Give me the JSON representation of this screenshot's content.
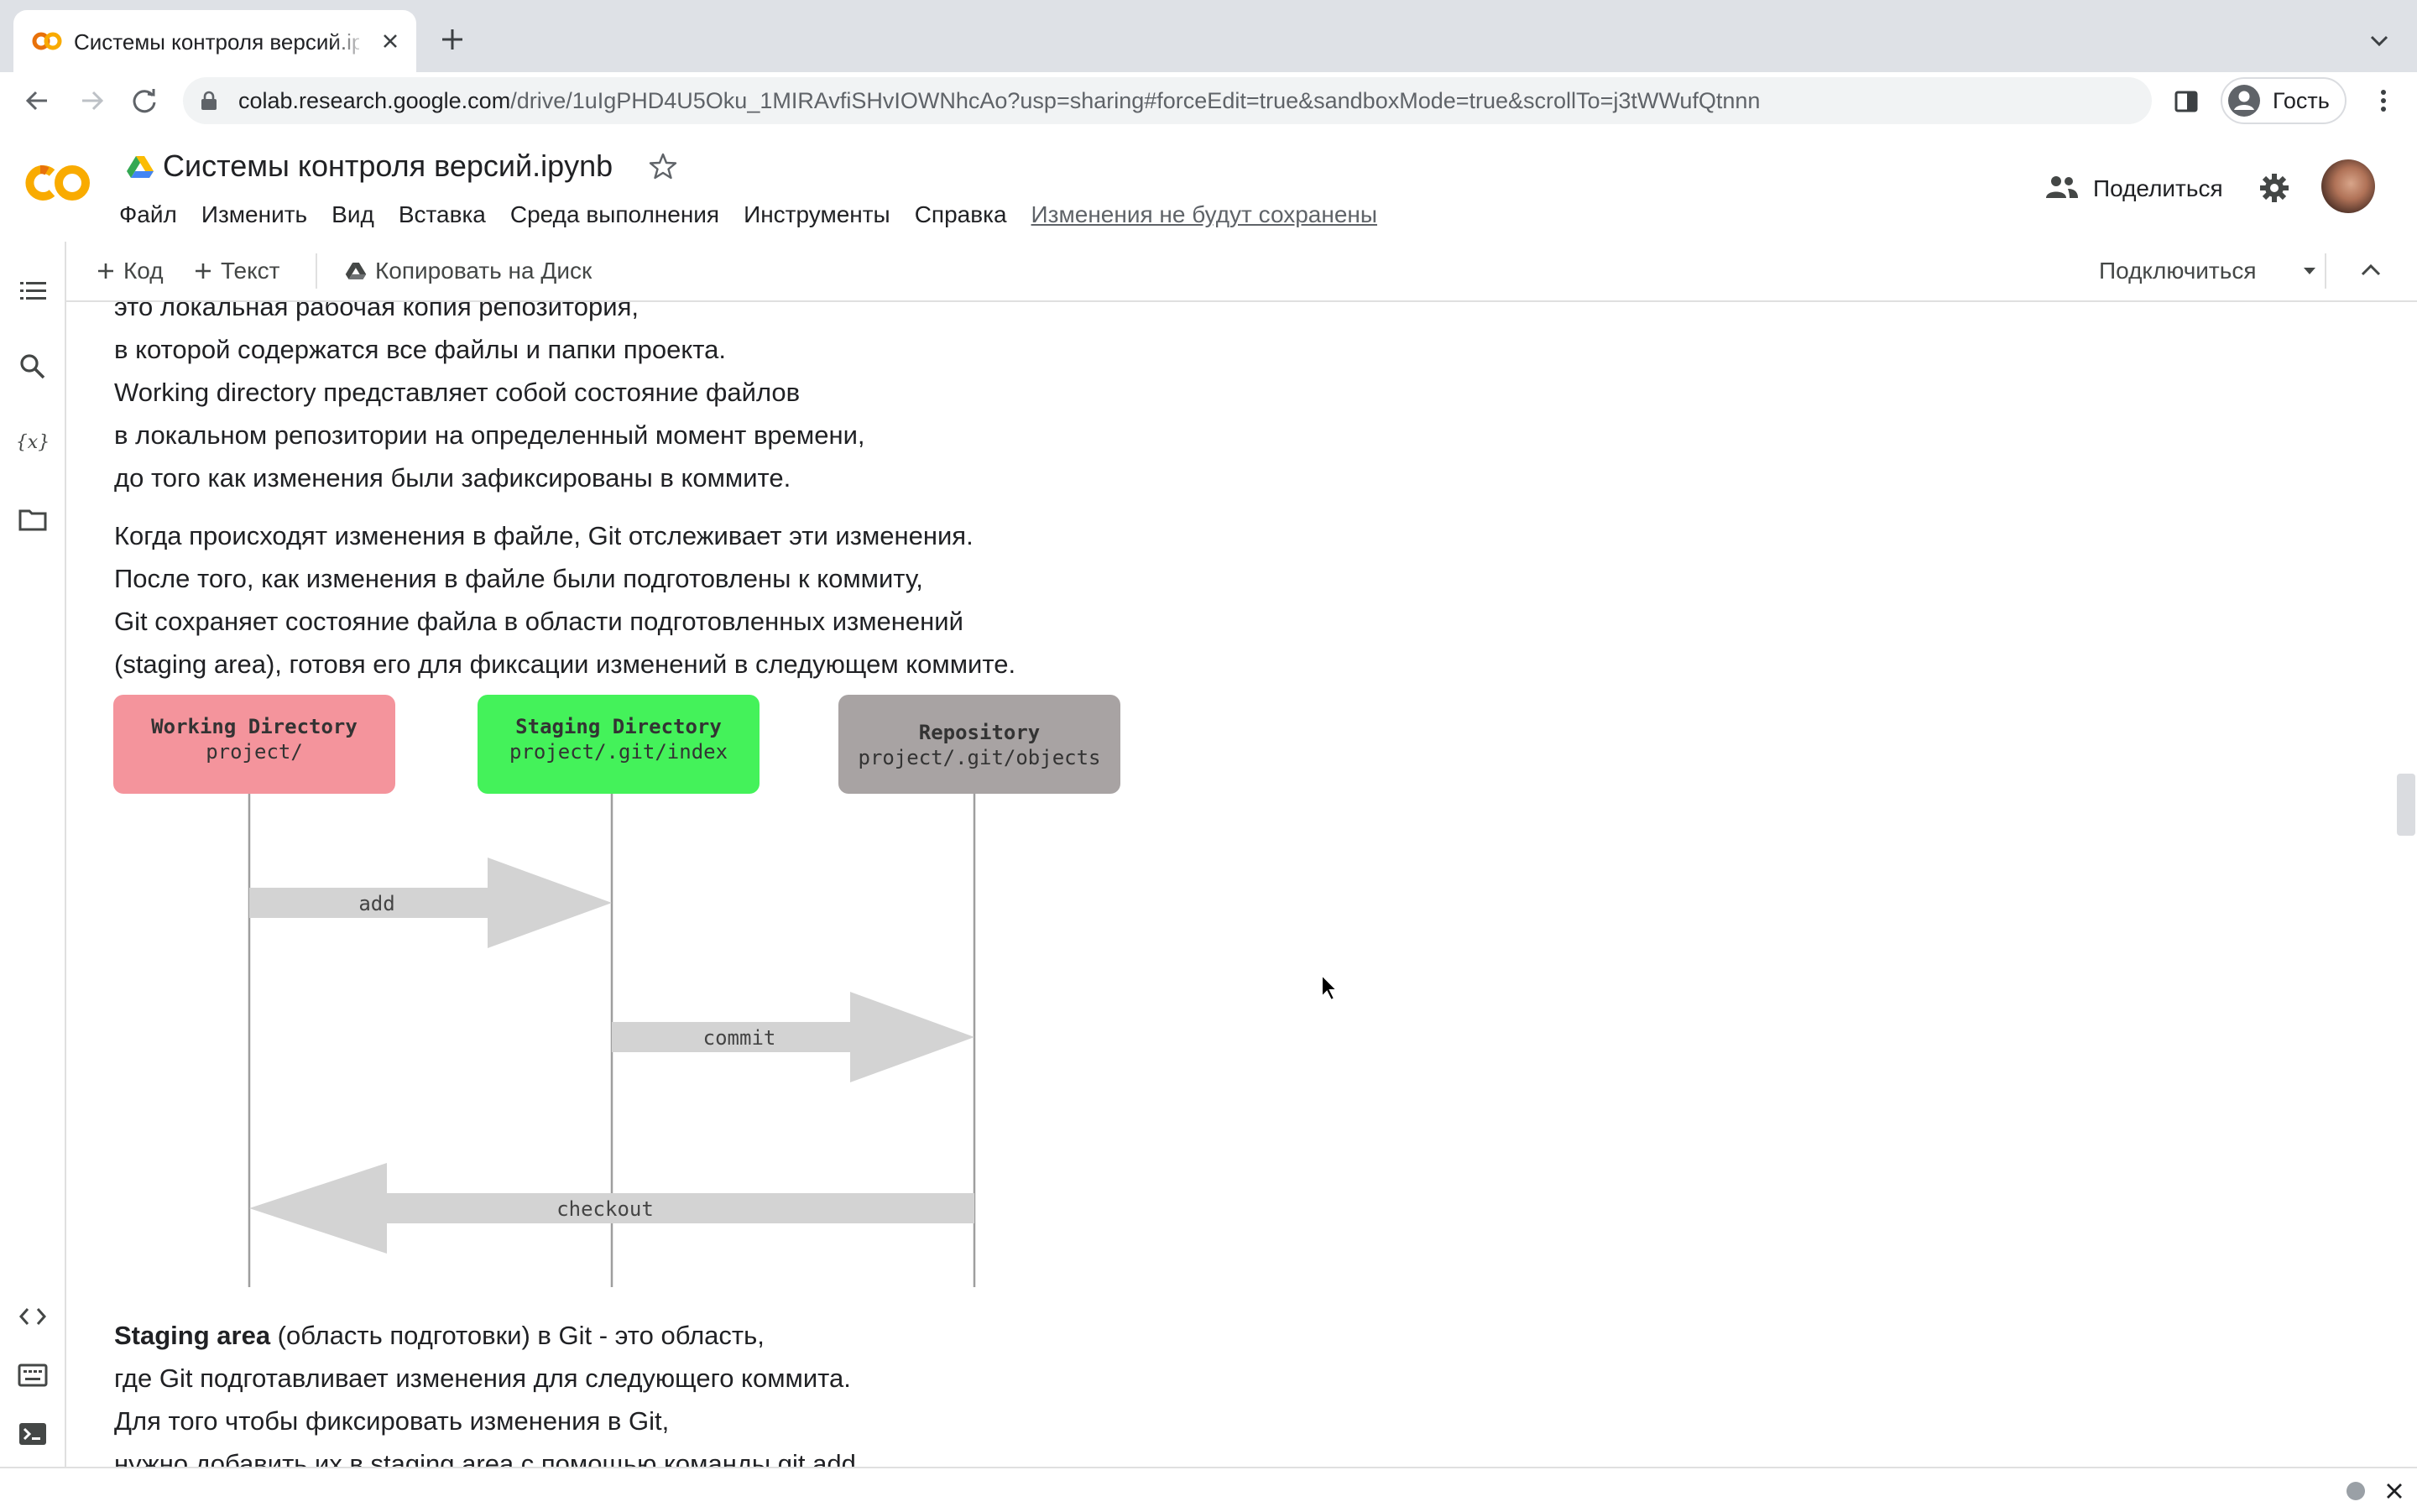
{
  "browser": {
    "tab_title": "Системы контроля версий.ipynb",
    "url_host": "colab.research.google.com",
    "url_path": "/drive/1uIgPHD4U5Oku_1MIRAvfiSHvIOWNhcAo?usp=sharing#forceEdit=true&sandboxMode=true&scrollTo=j3tWWufQtnnn",
    "profile_label": "Гость"
  },
  "colab": {
    "notebook_title": "Системы контроля версий.ipynb",
    "menu": [
      "Файл",
      "Изменить",
      "Вид",
      "Вставка",
      "Среда выполнения",
      "Инструменты",
      "Справка"
    ],
    "unsaved_notice": "Изменения не будут сохранены",
    "share_label": "Поделиться"
  },
  "notebook_toolbar": {
    "add_code": "Код",
    "add_text": "Текст",
    "copy_to_drive": "Копировать на Диск",
    "connect": "Подключиться"
  },
  "content": {
    "para1": [
      "это локальная рабочая копия репозитория,",
      "в которой содержатся все файлы и папки проекта.",
      "Working directory представляет собой состояние файлов",
      "в локальном репозитории на определенный момент времени,",
      "до того как изменения были зафиксированы в коммите."
    ],
    "para2": [
      "Когда происходят изменения в файле, Git отслеживает эти изменения.",
      "После того, как изменения в файле были подготовлены к коммиту,",
      "Git сохраняет состояние файла в области подготовленных изменений",
      "(staging area), готовя его для фиксации изменений в следующем коммите."
    ],
    "diagram": {
      "boxes": [
        {
          "title": "Working Directory",
          "subtitle": "project/",
          "color": "#f4949c"
        },
        {
          "title": "Staging Directory",
          "subtitle": "project/.git/index",
          "color": "#44f25a"
        },
        {
          "title": "Repository",
          "subtitle": "project/.git/objects",
          "color": "#a8a3a3"
        }
      ],
      "arrows": [
        {
          "label": "add",
          "from": "Working Directory",
          "to": "Staging Directory"
        },
        {
          "label": "commit",
          "from": "Staging Directory",
          "to": "Repository"
        },
        {
          "label": "checkout",
          "from": "Repository",
          "to": "Working Directory"
        }
      ]
    },
    "para3_bold": "Staging area",
    "para3_first_rest": " (область подготовки) в Git - это область,",
    "para3": [
      "где Git подготавливает изменения для следующего коммита.",
      "Для того чтобы фиксировать изменения в Git,",
      "нужно добавить их в staging area с помощью команды git add."
    ]
  },
  "colors": {
    "accent_orange": "#f9ab00",
    "arrow_gray": "#d3d3d3"
  }
}
